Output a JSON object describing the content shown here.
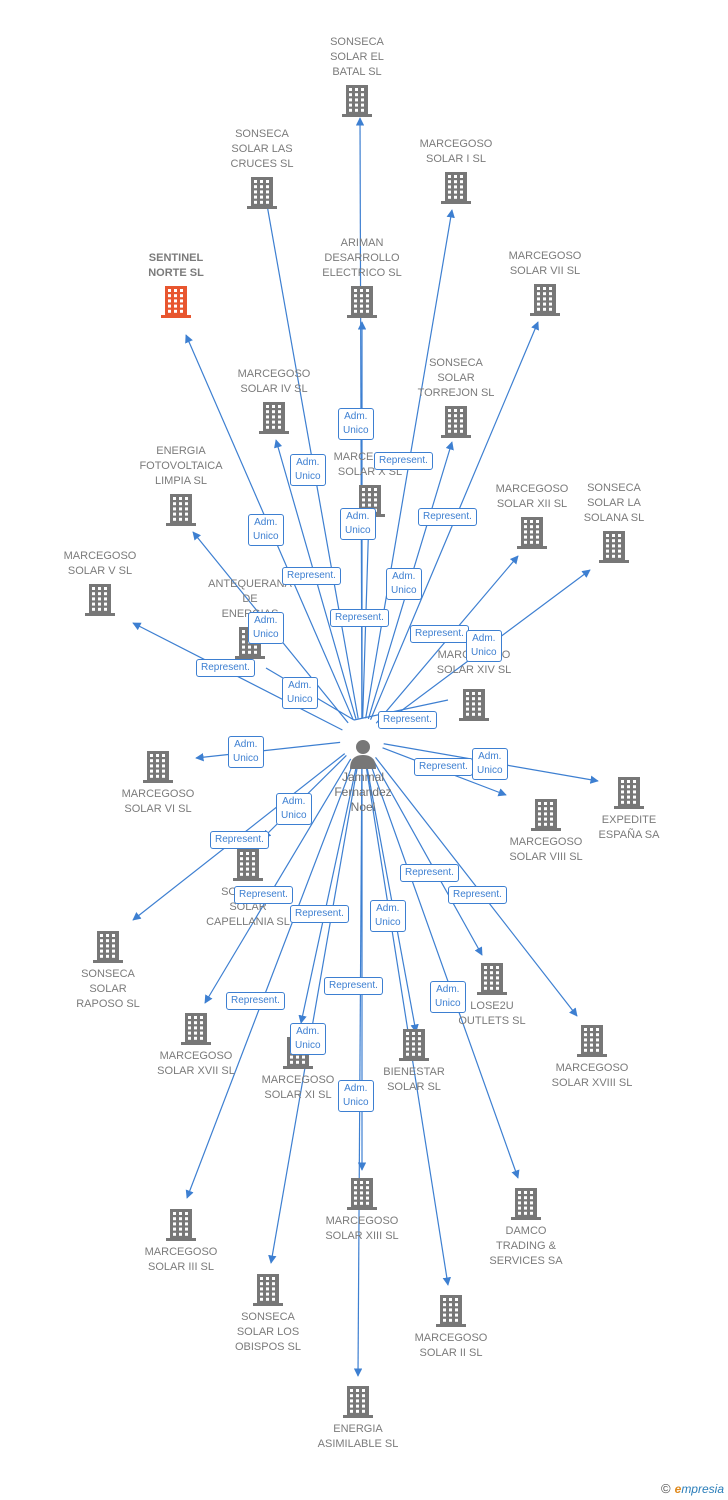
{
  "colors": {
    "edge": "#3d7fd1",
    "building": "#777777",
    "highlight": "#e8562f",
    "text": "#7b7b7b"
  },
  "center": {
    "label": "Jammal\nFernandez\nNoel",
    "icon": "person-icon"
  },
  "nodes": [
    {
      "id": "batal",
      "label": "SONSECA\nSOLAR EL\nBATAL SL"
    },
    {
      "id": "cruces",
      "label": "SONSECA\nSOLAR LAS\nCRUCES SL"
    },
    {
      "id": "solar1",
      "label": "MARCEGOSO\nSOLAR I SL"
    },
    {
      "id": "sentinel",
      "label": "SENTINEL\nNORTE  SL",
      "highlight": true
    },
    {
      "id": "ariman",
      "label": "ARIMAN\nDESARROLLO\nELECTRICO SL"
    },
    {
      "id": "solar7",
      "label": "MARCEGOSO\nSOLAR VII SL"
    },
    {
      "id": "solar4",
      "label": "MARCEGOSO\nSOLAR IV SL"
    },
    {
      "id": "torrejon",
      "label": "SONSECA\nSOLAR\nTORREJON SL"
    },
    {
      "id": "fotov",
      "label": "ENERGIA\nFOTOVOLTAICA\nLIMPIA SL"
    },
    {
      "id": "solarx",
      "label": "MARCEGOSO\nSOLAR X SL"
    },
    {
      "id": "solar12",
      "label": "MARCEGOSO\nSOLAR XII SL"
    },
    {
      "id": "solana",
      "label": "SONSECA\nSOLAR LA\nSOLANA SL"
    },
    {
      "id": "solar5",
      "label": "MARCEGOSO\nSOLAR V SL"
    },
    {
      "id": "antequerana",
      "label": "ANTEQUERANA\nDE\nENERGIAS"
    },
    {
      "id": "solar14",
      "label": "MARCEGOSO\nSOLAR XIV SL"
    },
    {
      "id": "solar6",
      "label": "MARCEGOSO\nSOLAR VI SL"
    },
    {
      "id": "expedite",
      "label": "EXPEDITE\nESPAÑA SA"
    },
    {
      "id": "solar8",
      "label": "MARCEGOSO\nSOLAR VIII SL"
    },
    {
      "id": "capellania",
      "label": "SONSECA\nSOLAR\nCAPELLANIA SL"
    },
    {
      "id": "raposo",
      "label": "SONSECA\nSOLAR\nRAPOSO SL"
    },
    {
      "id": "lose2u",
      "label": "LOSE2U\nOUTLETS SL"
    },
    {
      "id": "solar18",
      "label": "MARCEGOSO\nSOLAR XVIII SL"
    },
    {
      "id": "solar17",
      "label": "MARCEGOSO\nSOLAR XVII SL"
    },
    {
      "id": "solar11",
      "label": "MARCEGOSO\nSOLAR XI SL"
    },
    {
      "id": "bienestar",
      "label": "BIENESTAR\nSOLAR SL"
    },
    {
      "id": "solar13",
      "label": "MARCEGOSO\nSOLAR XIII SL"
    },
    {
      "id": "damco",
      "label": "DAMCO\nTRADING &\nSERVICES SA"
    },
    {
      "id": "solar3",
      "label": "MARCEGOSO\nSOLAR III SL"
    },
    {
      "id": "obispos",
      "label": "SONSECA\nSOLAR LOS\nOBISPOS SL"
    },
    {
      "id": "solar2",
      "label": "MARCEGOSO\nSOLAR II SL"
    },
    {
      "id": "asimilable",
      "label": "ENERGIA\nASIMILABLE SL"
    }
  ],
  "edge_labels": [
    {
      "text": "Adm.\nUnico"
    },
    {
      "text": "Adm.\nUnico"
    },
    {
      "text": "Represent."
    },
    {
      "text": "Adm.\nUnico"
    },
    {
      "text": "Adm.\nUnico"
    },
    {
      "text": "Represent."
    },
    {
      "text": "Adm.\nUnico"
    },
    {
      "text": "Represent."
    },
    {
      "text": "Adm.\nUnico"
    },
    {
      "text": "Represent."
    },
    {
      "text": "Adm.\nUnico"
    },
    {
      "text": "Represent."
    },
    {
      "text": "Adm.\nUnico"
    },
    {
      "text": "Represent."
    },
    {
      "text": "Represent."
    },
    {
      "text": "Adm.\nUnico"
    },
    {
      "text": "Represent."
    },
    {
      "text": "Adm.\nUnico"
    },
    {
      "text": "Adm.\nUnico"
    },
    {
      "text": "Represent."
    },
    {
      "text": "Represent."
    },
    {
      "text": "Represent."
    },
    {
      "text": "Represent."
    },
    {
      "text": "Adm.\nUnico"
    },
    {
      "text": "Represent."
    },
    {
      "text": "Represent."
    },
    {
      "text": "Adm.\nUnico"
    },
    {
      "text": "Adm.\nUnico"
    },
    {
      "text": "Represent."
    },
    {
      "text": "Adm.\nUnico"
    }
  ],
  "brand": {
    "copyright": "©",
    "e": "e",
    "rest": "mpresia"
  }
}
